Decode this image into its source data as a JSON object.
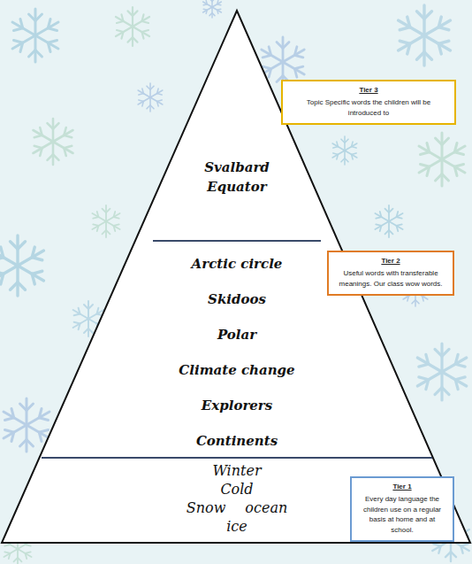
{
  "diagram": {
    "nodes": [
      {
        "text": [
          "Svalbard",
          "Equator"
        ]
      },
      {
        "text": [
          "Tier 3",
          "Topic Specific words the children will be introduced to"
        ]
      },
      {
        "text": [
          "Arctic circle",
          "Skidoos",
          "Polar",
          "Climate change",
          "Explorers",
          "Continents"
        ]
      },
      {
        "text": [
          "Tier 2",
          "Useful words with transferable meanings. Our class wow words."
        ]
      },
      {
        "text": [
          "Winter",
          "Cold",
          "Snow",
          "ocean",
          "ice"
        ]
      },
      {
        "text": [
          "Tier 1",
          "Every day language the children use on a regular basis at home and at school."
        ]
      }
    ]
  }
}
